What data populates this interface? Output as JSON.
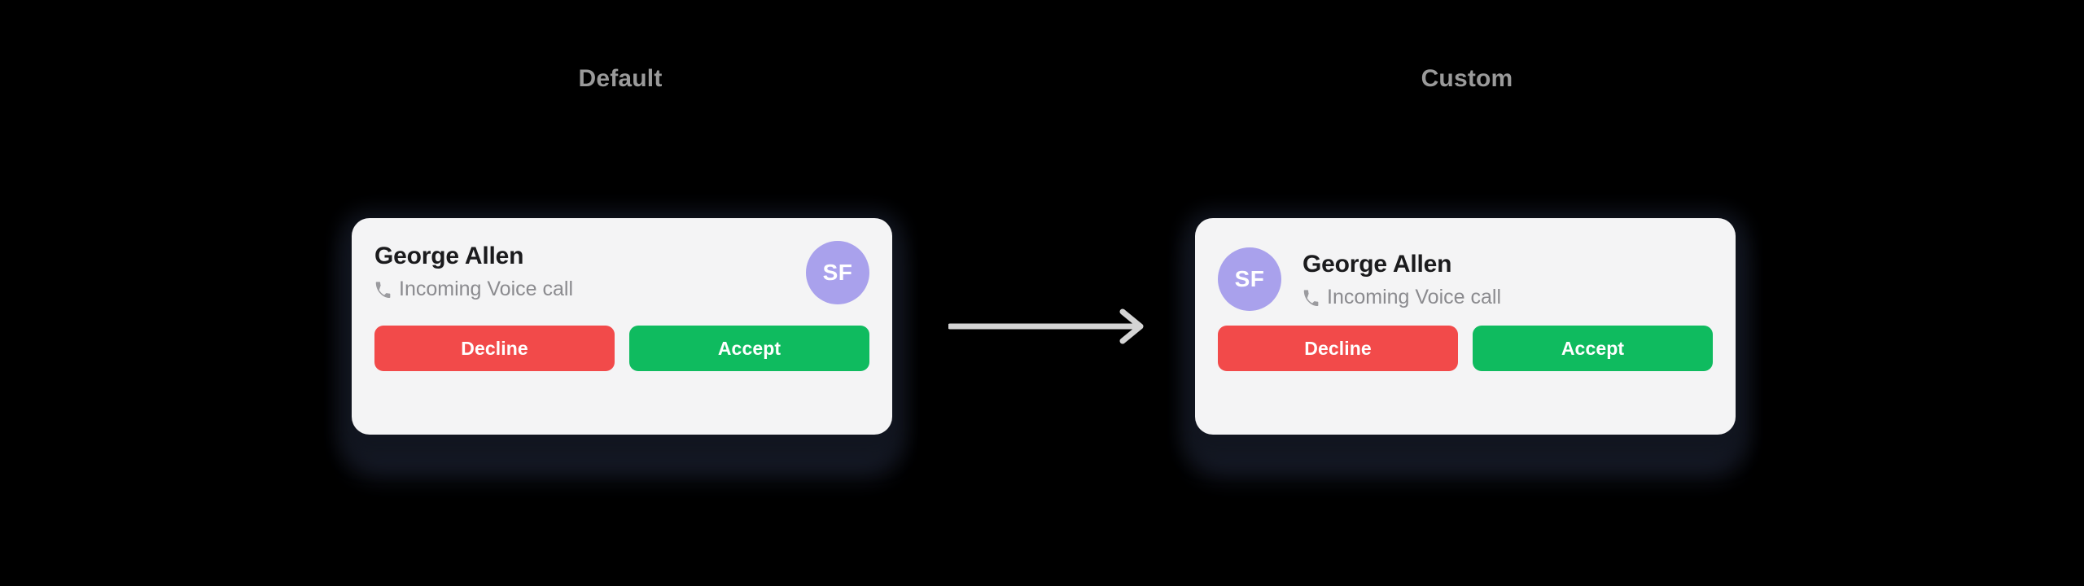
{
  "background_color": "#000000",
  "columns": [
    {
      "id": "default",
      "heading": "Default"
    },
    {
      "id": "custom",
      "heading": "Custom"
    }
  ],
  "arrow": {
    "name": "right-arrow",
    "direction": "right",
    "color": "#d4d4d4"
  },
  "cards": {
    "default": {
      "variant_label": "Default",
      "avatar": {
        "initials": "SF",
        "color": "#a9a1ec",
        "text_color": "#ffffff",
        "position": "right"
      },
      "contact_name": "George Allen",
      "status_icon": "phone-incoming-icon",
      "status_text": "Incoming Voice call",
      "surface_color": "#f4f4f5",
      "buttons": [
        {
          "label": "Decline",
          "color": "#f24a4a",
          "role": "decline"
        },
        {
          "label": "Accept",
          "color": "#0fbb5f",
          "role": "accept"
        }
      ]
    },
    "custom": {
      "variant_label": "Custom",
      "avatar": {
        "initials": "SF",
        "color": "#a9a1ec",
        "text_color": "#ffffff",
        "position": "left"
      },
      "contact_name": "George Allen",
      "status_icon": "phone-incoming-icon",
      "status_text": "Incoming Voice call",
      "surface_color": "#f4f4f5",
      "buttons": [
        {
          "label": "Decline",
          "color": "#f24a4a",
          "role": "decline"
        },
        {
          "label": "Accept",
          "color": "#0fbb5f",
          "role": "accept"
        }
      ]
    }
  }
}
